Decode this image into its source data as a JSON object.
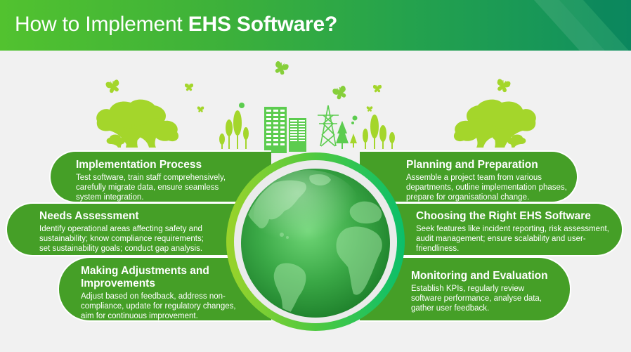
{
  "header": {
    "title_regular": "How to Implement ",
    "title_bold": "EHS Software?"
  },
  "colors": {
    "header_gradient_start": "#52c22f",
    "header_gradient_end": "#0f8f5f",
    "pill_green": "#459f27",
    "background": "#f1f1f1",
    "illustration_lime": "#a4d62b",
    "building_green": "#5ccc4f",
    "globe_green": "#2ea043"
  },
  "illustration": {
    "icons": [
      "butterfly-icon",
      "tree-icon",
      "building-icon",
      "power-pylon-icon",
      "pine-tree-icon",
      "globe-icon"
    ]
  },
  "steps_left": [
    {
      "title": "Implementation Process",
      "desc": "Test software, train staff comprehensively, carefully migrate data, ensure seamless system integration."
    },
    {
      "title": "Needs Assessment",
      "desc": "Identify operational areas affecting safety and sustainability; know compliance requirements; set sustainability goals; conduct gap analysis."
    },
    {
      "title": "Making Adjustments and Improvements",
      "desc": "Adjust based on feedback, address non-compliance, update for regulatory changes, aim for continuous improvement."
    }
  ],
  "steps_right": [
    {
      "title": "Planning and Preparation",
      "desc": "Assemble a project team from various departments, outline implementation phases, prepare for organisational change."
    },
    {
      "title": "Choosing the Right EHS Software",
      "desc": "Seek features like incident reporting, risk assessment, audit management; ensure scalability and user-friendliness."
    },
    {
      "title": "Monitoring and Evaluation",
      "desc": "Establish KPIs, regularly review software performance, analyse data, gather user feedback."
    }
  ]
}
